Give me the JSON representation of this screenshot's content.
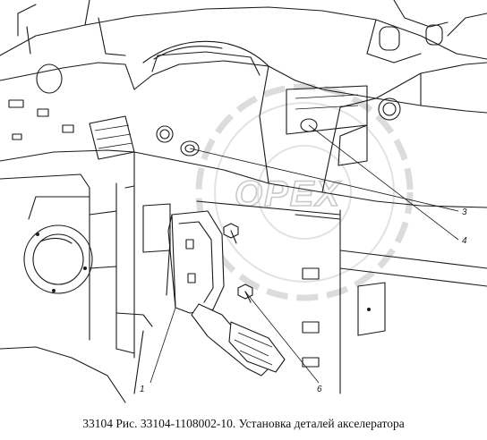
{
  "caption": "33104 Рис. 33104-1108002-10. Установка деталей акселератора",
  "watermark": {
    "text": "OPEX"
  },
  "callouts": [
    {
      "id": "c1",
      "label": "1"
    },
    {
      "id": "c3",
      "label": "3"
    },
    {
      "id": "c4",
      "label": "4"
    },
    {
      "id": "c6",
      "label": "6"
    }
  ]
}
